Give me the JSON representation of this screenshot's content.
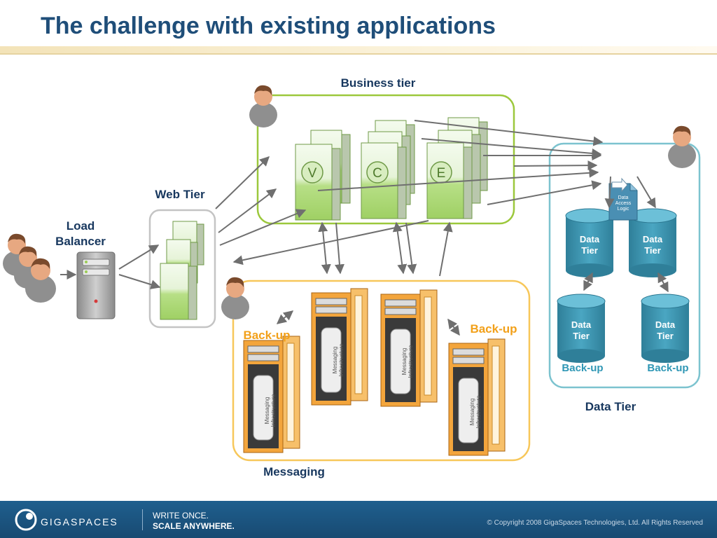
{
  "title": "The challenge with existing applications",
  "labels": {
    "business_tier": "Business tier",
    "web_tier": "Web Tier",
    "load_balancer_line1": "Load",
    "load_balancer_line2": "Balancer",
    "messaging": "Messaging",
    "data_tier": "Data Tier",
    "backup_messaging_left": "Back-up",
    "backup_messaging_right": "Back-up",
    "backup_data_left": "Back-up",
    "backup_data_right": "Back-up"
  },
  "servers": {
    "v": "V",
    "c": "C",
    "e": "E"
  },
  "db_cylinders": [
    {
      "line1": "Data",
      "line2": "Tier"
    },
    {
      "line1": "Data",
      "line2": "Tier"
    },
    {
      "line1": "Data",
      "line2": "Tier"
    },
    {
      "line1": "Data",
      "line2": "Tier"
    }
  ],
  "data_access": {
    "line1": "Data",
    "line2": "Access",
    "line3": "Logic"
  },
  "messaging_rack_label_line1": "Messaging",
  "messaging_rack_label_line2": "Infrastructure",
  "footer": {
    "logo": "GIGASPACES",
    "slogan_line1": "WRITE ONCE.",
    "slogan_line2": "SCALE ANYWHERE.",
    "copyright": "© Copyright 2008 GigaSpaces Technologies, Ltd. All Rights Reserved"
  },
  "colors": {
    "title": "#1f4e79",
    "business_border": "#9cc83c",
    "messaging_border": "#f7c75a",
    "data_border": "#7cc3cf",
    "web_border": "#bcbcbc",
    "server_green": "#a9d672",
    "db_teal": "#3a93ae",
    "rack_orange": "#f2a23a",
    "footer_blue": "#1f5f8e"
  }
}
